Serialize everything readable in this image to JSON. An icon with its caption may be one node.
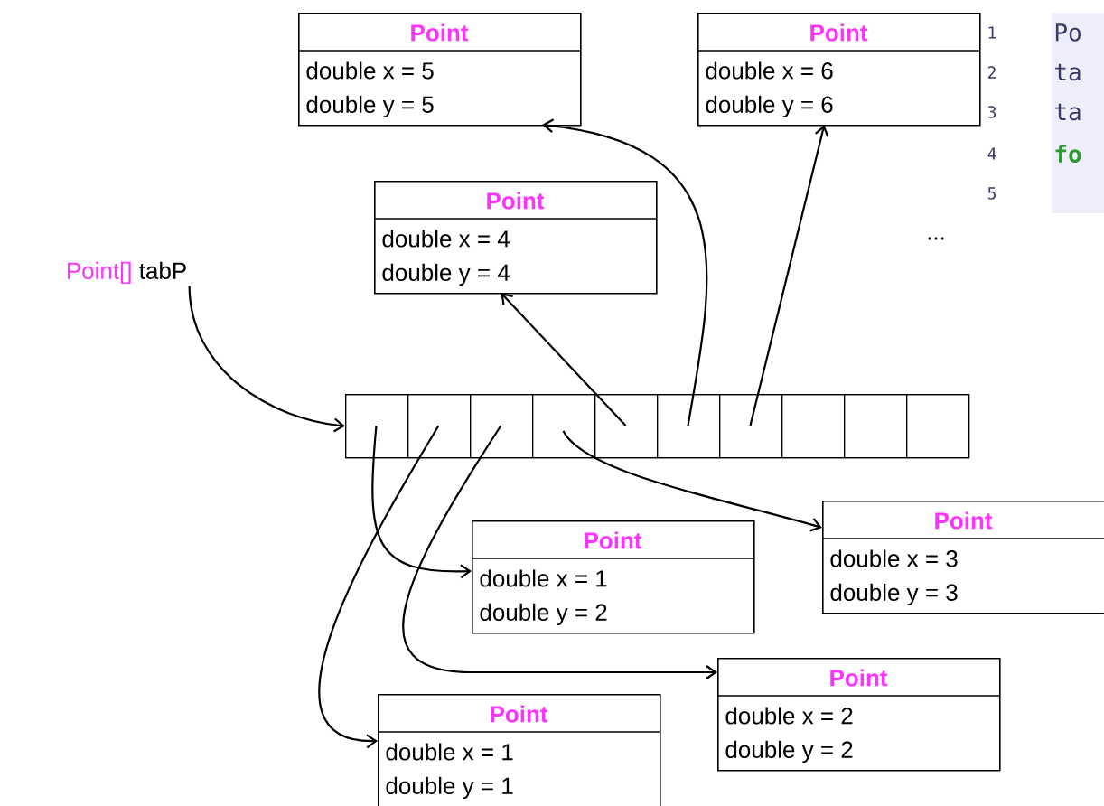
{
  "diagram": {
    "nodes": [
      {
        "text": [
          "Point",
          "double x = 5",
          "double y = 5"
        ]
      },
      {
        "text": [
          "Point",
          "double x = 6",
          "double y = 6"
        ]
      },
      {
        "text": [
          "Point",
          "double x = 4",
          "double y = 4"
        ]
      },
      {
        "text": [
          "Point[]",
          "tabP"
        ]
      },
      {
        "text": [],
        "shape": "box"
      },
      {
        "text": [],
        "shape": "box",
        "in": 4
      },
      {
        "text": [],
        "shape": "box",
        "in": 4
      },
      {
        "text": [],
        "shape": "box",
        "in": 4
      },
      {
        "text": [],
        "shape": "box",
        "in": 4
      },
      {
        "text": [],
        "shape": "box",
        "in": 4
      },
      {
        "text": [],
        "shape": "box",
        "in": 4
      },
      {
        "text": [],
        "shape": "box",
        "in": 4
      },
      {
        "text": [],
        "shape": "box",
        "in": 4
      },
      {
        "text": [],
        "shape": "box",
        "in": 4
      },
      {
        "text": [],
        "shape": "box",
        "in": 4
      },
      {
        "text": [
          "Point",
          "double x = 3",
          "double y = 3"
        ]
      },
      {
        "text": [
          "Point",
          "double x = 1",
          "double y = 2"
        ]
      },
      {
        "text": [
          "Point",
          "double x = 2",
          "double y = 2"
        ]
      },
      {
        "text": [
          "Point",
          "double x = 1",
          "double y = 1"
        ]
      }
    ],
    "edges": [
      {
        "from": 3,
        "to": 4,
        "arrow": "to"
      },
      {
        "from": 5,
        "to": 16,
        "arrow": "to"
      },
      {
        "from": 6,
        "to": 18,
        "arrow": "to"
      },
      {
        "from": 7,
        "to": 17,
        "arrow": "to"
      },
      {
        "from": 8,
        "to": 15,
        "arrow": "to"
      },
      {
        "from": 9,
        "to": 2,
        "arrow": "to"
      },
      {
        "from": 10,
        "to": 0,
        "arrow": "to"
      },
      {
        "from": 11,
        "to": 1,
        "arrow": "to"
      }
    ],
    "labels": [
      "...",
      "1",
      "Po",
      "2",
      "ta",
      "3",
      "ta",
      "4",
      "fo",
      "5"
    ]
  }
}
